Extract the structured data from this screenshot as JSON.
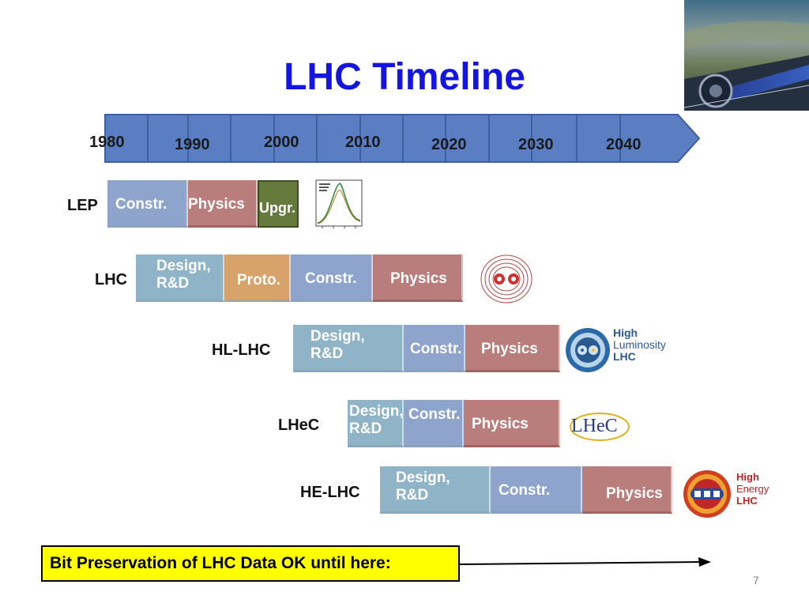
{
  "title": "LHC Timeline",
  "timeline_years": [
    "1980",
    "1990",
    "2000",
    "2010",
    "2020",
    "2030",
    "2040"
  ],
  "rows": [
    {
      "label": "LEP",
      "segments": [
        {
          "text": "Constr.",
          "color": "#8ea4cc"
        },
        {
          "text": "Physics",
          "color": "#b97d7b"
        },
        {
          "text": "Upgr.",
          "color": "#667a3e"
        }
      ]
    },
    {
      "label": "LHC",
      "segments": [
        {
          "line1": "Design,",
          "line2": "R&D",
          "color": "#8fb3c7"
        },
        {
          "text": "Proto.",
          "color": "#d8a36a"
        },
        {
          "text": "Constr.",
          "color": "#8ea4cc"
        },
        {
          "text": "Physics",
          "color": "#b97d7b"
        }
      ]
    },
    {
      "label": "HL-LHC",
      "segments": [
        {
          "line1": "Design,",
          "line2": "R&D",
          "color": "#8fb3c7"
        },
        {
          "text": "Constr.",
          "color": "#8ea4cc"
        },
        {
          "text": "Physics",
          "color": "#b97d7b"
        }
      ]
    },
    {
      "label": "LHeC",
      "segments": [
        {
          "line1": "Design,",
          "line2": "R&D",
          "color": "#8fb3c7"
        },
        {
          "text": "Constr.",
          "color": "#8ea4cc"
        },
        {
          "text": "Physics",
          "color": "#b97d7b"
        }
      ]
    },
    {
      "label": "HE-LHC",
      "segments": [
        {
          "line1": "Design,",
          "line2": "R&D",
          "color": "#8fb3c7"
        },
        {
          "text": "Constr.",
          "color": "#8ea4cc"
        },
        {
          "text": "Physics",
          "color": "#b97d7b"
        }
      ]
    }
  ],
  "logos": {
    "hl_lhc": {
      "line1": "High",
      "line2": "Luminosity",
      "line3": "LHC"
    },
    "lhec": "LHeC",
    "he_lhc": {
      "line1": "High",
      "line2": "Energy",
      "line3": "LHC"
    }
  },
  "note": "Bit Preservation of LHC Data OK until here:",
  "page_number": "7",
  "colors": {
    "title": "#1515e0",
    "timeline_arrow": "#5b7ec2",
    "note_background": "#ffff00"
  }
}
